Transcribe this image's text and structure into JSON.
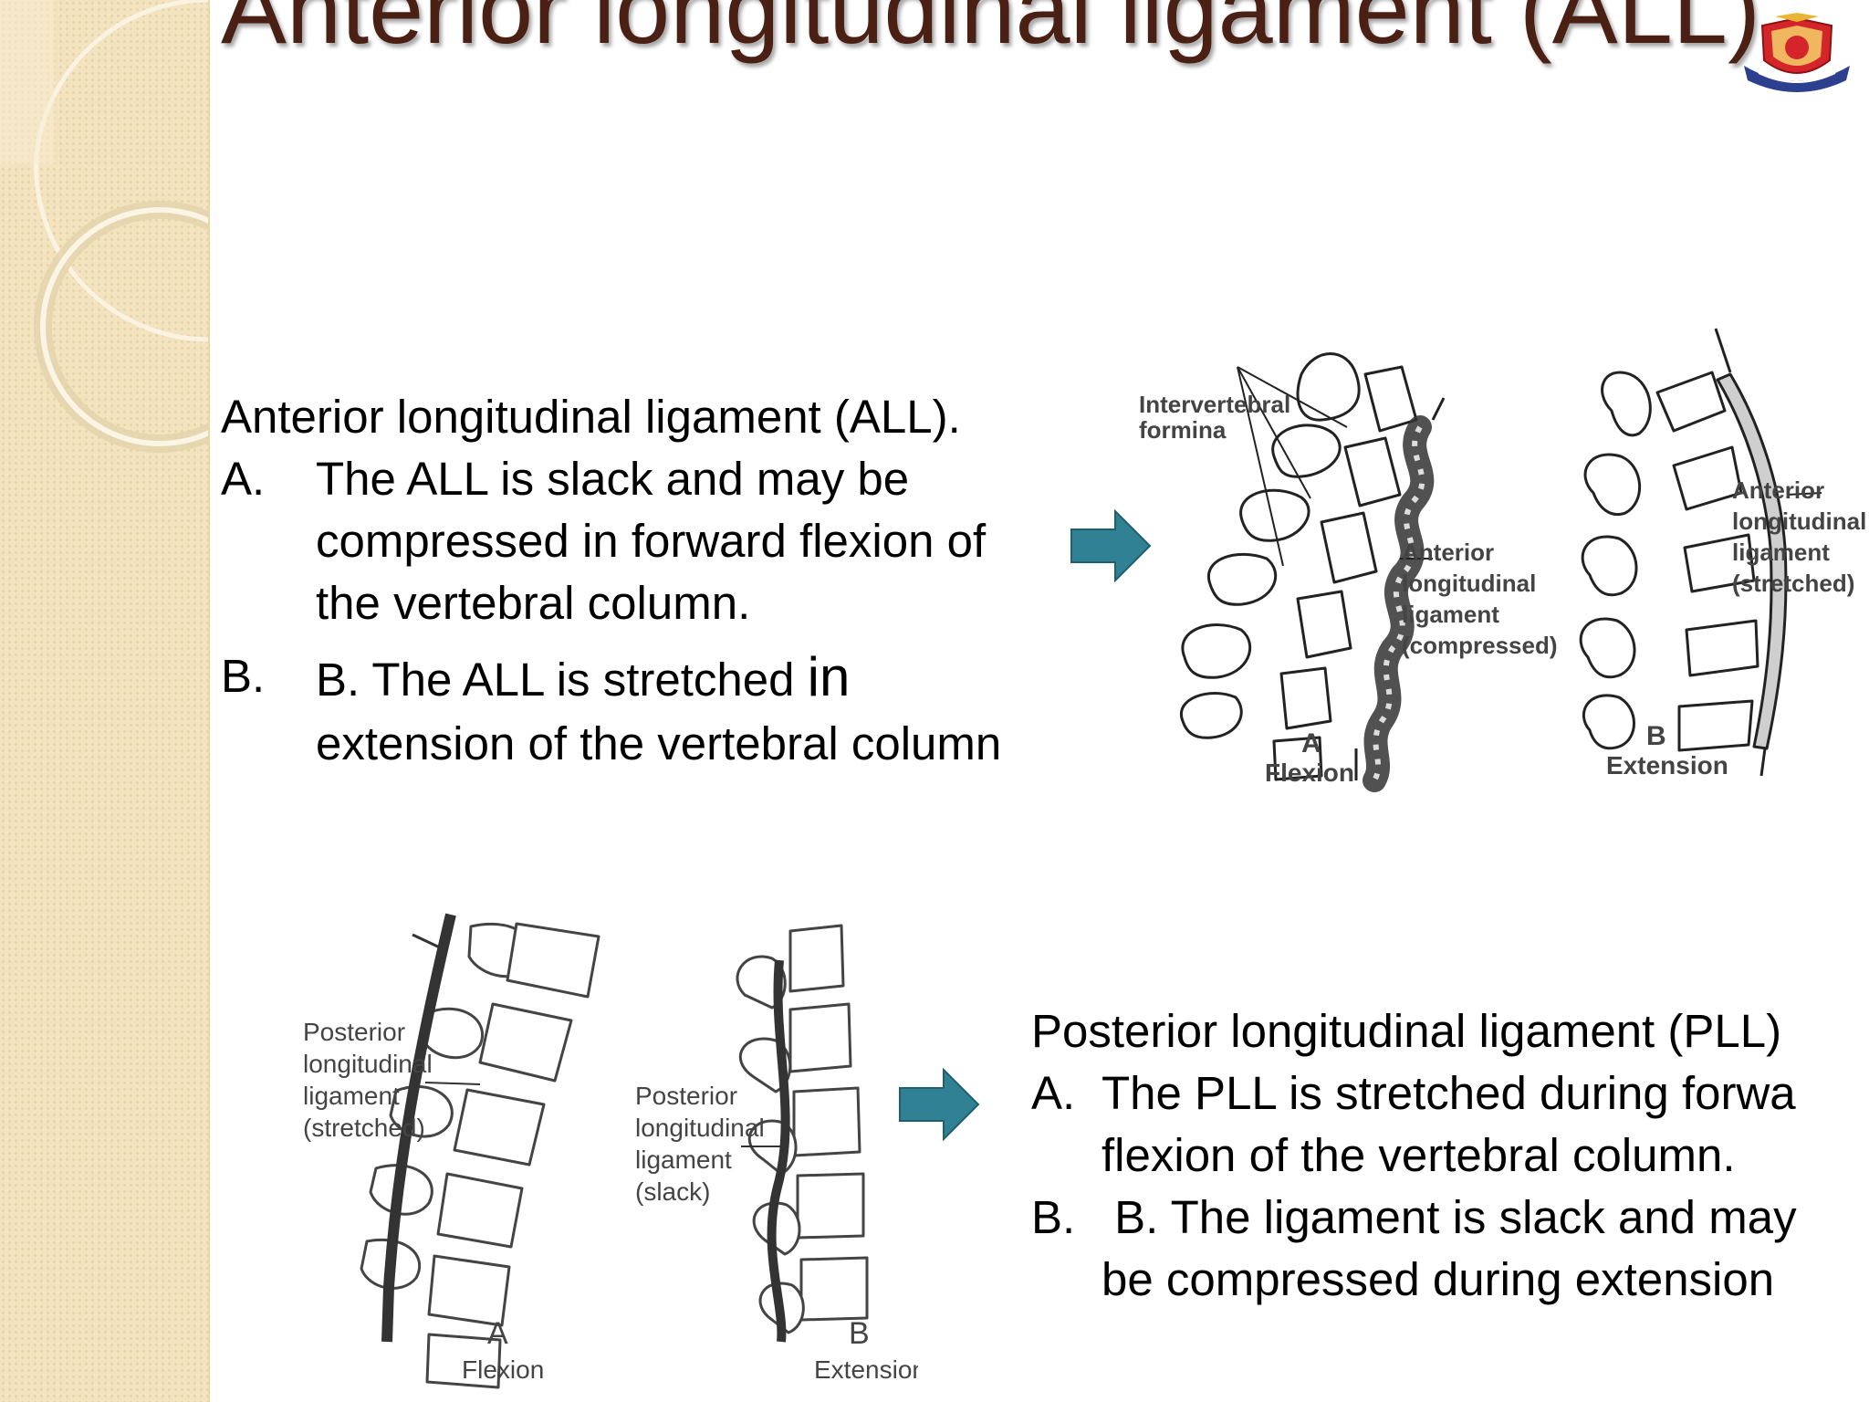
{
  "slide": {
    "title": "Anterior longitudinal ligament (ALL).",
    "accent_color": "#4a1f14",
    "arrow_color": "#2f8193"
  },
  "all_section": {
    "heading": "Anterior longitudinal ligament (ALL).",
    "items": [
      {
        "marker": "A.",
        "text": "The ALL is slack and may be compressed in forward flexion of the vertebral column."
      },
      {
        "marker": "B.",
        "text_before": "B. The ALL is stretched ",
        "text_emph": "in",
        "text_after": " extension of the vertebral column"
      }
    ]
  },
  "pll_section": {
    "heading": "Posterior longitudinal ligament (PLL)",
    "items": [
      {
        "marker": "A.",
        "line1": "The PLL is stretched during forwa",
        "line2": "flexion of the vertebral column."
      },
      {
        "marker": "B.",
        "line1": " B. The ligament is slack and may",
        "line2": "be compressed during extension"
      }
    ]
  },
  "figure_top": {
    "labels": {
      "foramina": [
        "Intervertebral",
        "formina"
      ],
      "all_compressed": [
        "Anterior",
        "longitudinal",
        "ligament",
        "(compressed)"
      ],
      "all_stretched": [
        "Anterior",
        "longitudinal",
        "ligament",
        "(stretched)"
      ],
      "panel_a_letter": "A",
      "panel_a_name": "Flexion",
      "panel_b_letter": "B",
      "panel_b_name": "Extension"
    }
  },
  "figure_bottom": {
    "labels": {
      "pll_stretched": [
        "Posterior",
        "longitudinal",
        "ligament",
        "(stretched)"
      ],
      "pll_slack": [
        "Posterior",
        "longitudinal",
        "ligament",
        "(slack)"
      ],
      "panel_a_letter": "A",
      "panel_a_name": "Flexion",
      "panel_b_letter": "B",
      "panel_b_name": "Extension"
    }
  }
}
